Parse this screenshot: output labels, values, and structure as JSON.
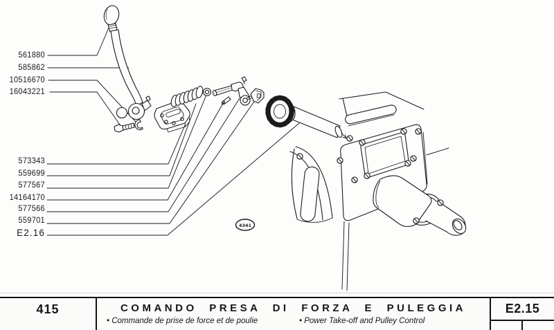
{
  "diagram": {
    "badge": "4341",
    "part_numbers_top": [
      "561880",
      "585862",
      "10516670",
      "16043221"
    ],
    "part_numbers_bottom": [
      "573343",
      "559699",
      "577567",
      "14164170",
      "577566",
      "559701"
    ],
    "reference_label": "E2.16"
  },
  "footer": {
    "page_number": "415",
    "title": "COMANDO PRESA DI FORZA E PULEGGIA",
    "subtitle_fr": "• Commande de prise de force et de poulie",
    "subtitle_en": "• Power Take-off and Pulley Control",
    "plate_code": "E2.15"
  }
}
